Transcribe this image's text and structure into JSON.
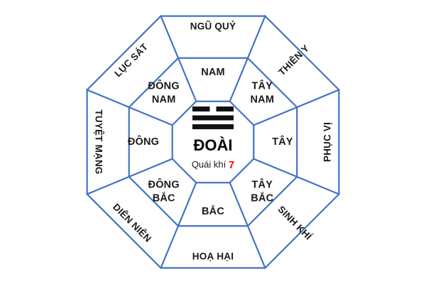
{
  "diagram": {
    "title": "Bagua Feng Shui Octagon",
    "center": {
      "trigram_name": "ĐOÀI",
      "subtitle_label": "Quái khí",
      "subtitle_value": "7",
      "trigram_lines": [
        "broken",
        "solid",
        "solid"
      ],
      "trigram_icon": "doai-trigram-icon"
    },
    "colors": {
      "line": "#4472C4",
      "text": "#1a1a1a",
      "accent_number": "#FF0000",
      "trigram": "#111111",
      "background": "#ffffff"
    },
    "inner_ring": [
      {
        "label": "NAM",
        "position": "top"
      },
      {
        "label": "TÂY NAM",
        "position": "top-right"
      },
      {
        "label": "TÂY",
        "position": "right"
      },
      {
        "label": "TÂY BẮC",
        "position": "bottom-right"
      },
      {
        "label": "BẮC",
        "position": "bottom"
      },
      {
        "label": "ĐÔNG BẮC",
        "position": "bottom-left"
      },
      {
        "label": "ĐÔNG",
        "position": "left"
      },
      {
        "label": "ĐÔNG NAM",
        "position": "top-left"
      }
    ],
    "outer_ring": [
      {
        "label": "NGŨ QUỶ",
        "position": "top"
      },
      {
        "label": "THIÊN Y",
        "position": "top-right"
      },
      {
        "label": "PHỤC VỊ",
        "position": "right"
      },
      {
        "label": "SINH KHÍ",
        "position": "bottom-right"
      },
      {
        "label": "HOẠ HẠI",
        "position": "bottom"
      },
      {
        "label": "DIÊN NIÊN",
        "position": "bottom-left"
      },
      {
        "label": "TUYỆT MẠNG",
        "position": "left"
      },
      {
        "label": "LỤC SÁT",
        "position": "top-left"
      }
    ]
  }
}
